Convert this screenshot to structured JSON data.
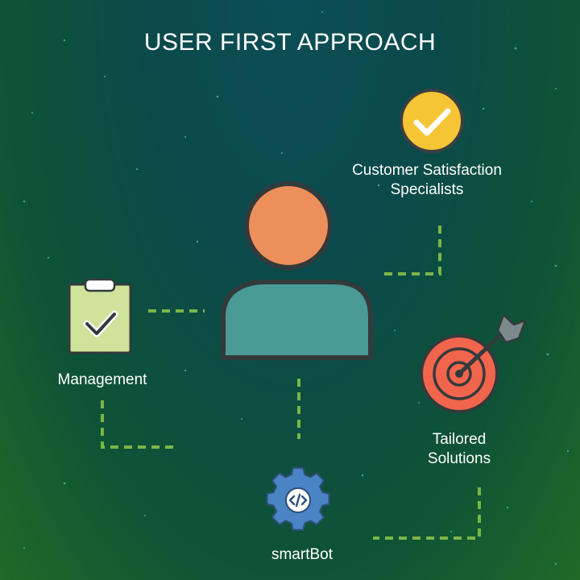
{
  "title": "USER FIRST APPROACH",
  "nodes": {
    "customer_satisfaction": {
      "label_line1": "Customer Satisfaction",
      "label_line2": "Specialists",
      "icon": "checkmark-badge-icon"
    },
    "management": {
      "label": "Management",
      "icon": "clipboard-check-icon"
    },
    "tailored_solutions": {
      "label_line1": "Tailored",
      "label_line2": "Solutions",
      "icon": "target-arrow-icon"
    },
    "smartbot": {
      "label": "smartBot",
      "icon": "code-gear-icon"
    },
    "user": {
      "icon": "user-icon"
    }
  },
  "colors": {
    "connector": "#7ab648",
    "head": "#ec8f5a",
    "body": "#4a9a96",
    "badge": "#f5c535",
    "clipboard": "#cfe39a",
    "target": "#f2654d",
    "gear": "#4a84c5"
  }
}
